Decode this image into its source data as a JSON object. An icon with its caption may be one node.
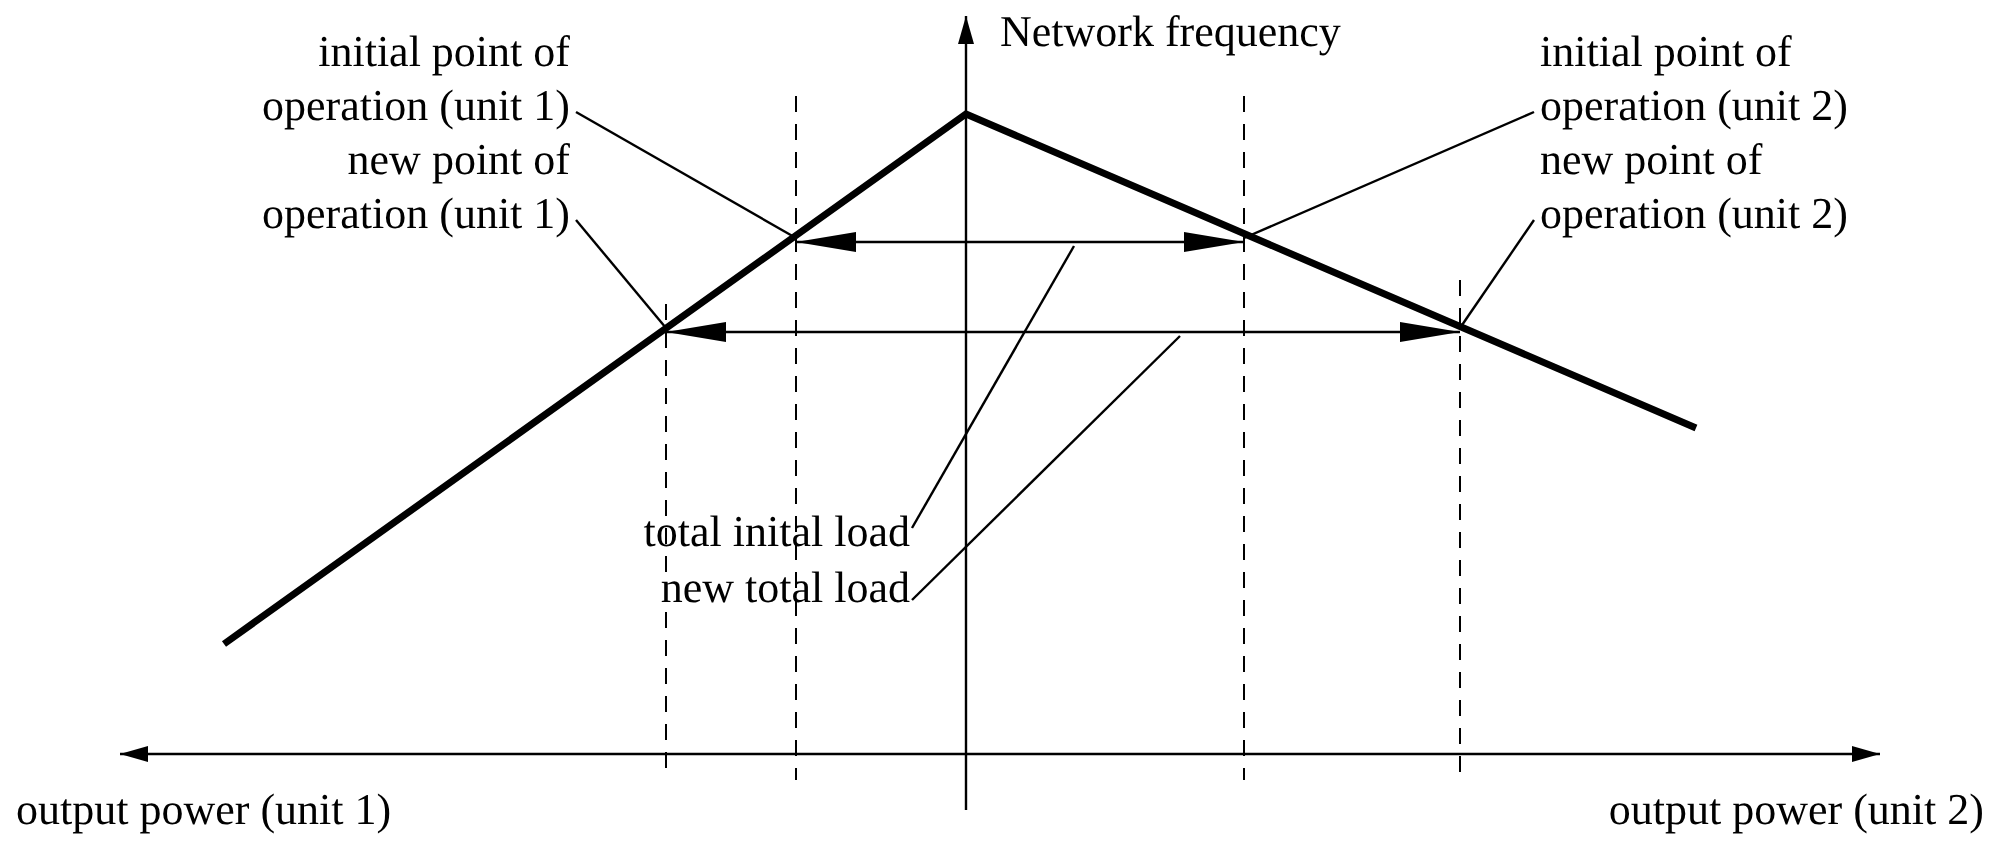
{
  "diagram": {
    "nodes": [
      {
        "text": [
          "initial point of operation (unit 1)"
        ]
      },
      {
        "text": [
          "new point of operation (unit 1)"
        ]
      },
      {
        "text": [
          "initial point of operation (unit 2)"
        ]
      },
      {
        "text": [
          "new point of operation (unit 2)"
        ]
      },
      {
        "text": [
          "total inital load"
        ]
      },
      {
        "text": [
          "new total load"
        ]
      }
    ],
    "edges": [
      {
        "from": 0,
        "to": null,
        "arrow": "none"
      },
      {
        "from": 1,
        "to": null,
        "arrow": "none"
      },
      {
        "from": 2,
        "to": null,
        "arrow": "none"
      },
      {
        "from": 3,
        "to": null,
        "arrow": "none"
      },
      {
        "from": 4,
        "to": null,
        "arrow": "none"
      },
      {
        "from": 5,
        "to": null,
        "arrow": "none"
      }
    ],
    "labels": [
      "Network frequency",
      "output power (unit 1)",
      "output power (unit 2)"
    ]
  }
}
